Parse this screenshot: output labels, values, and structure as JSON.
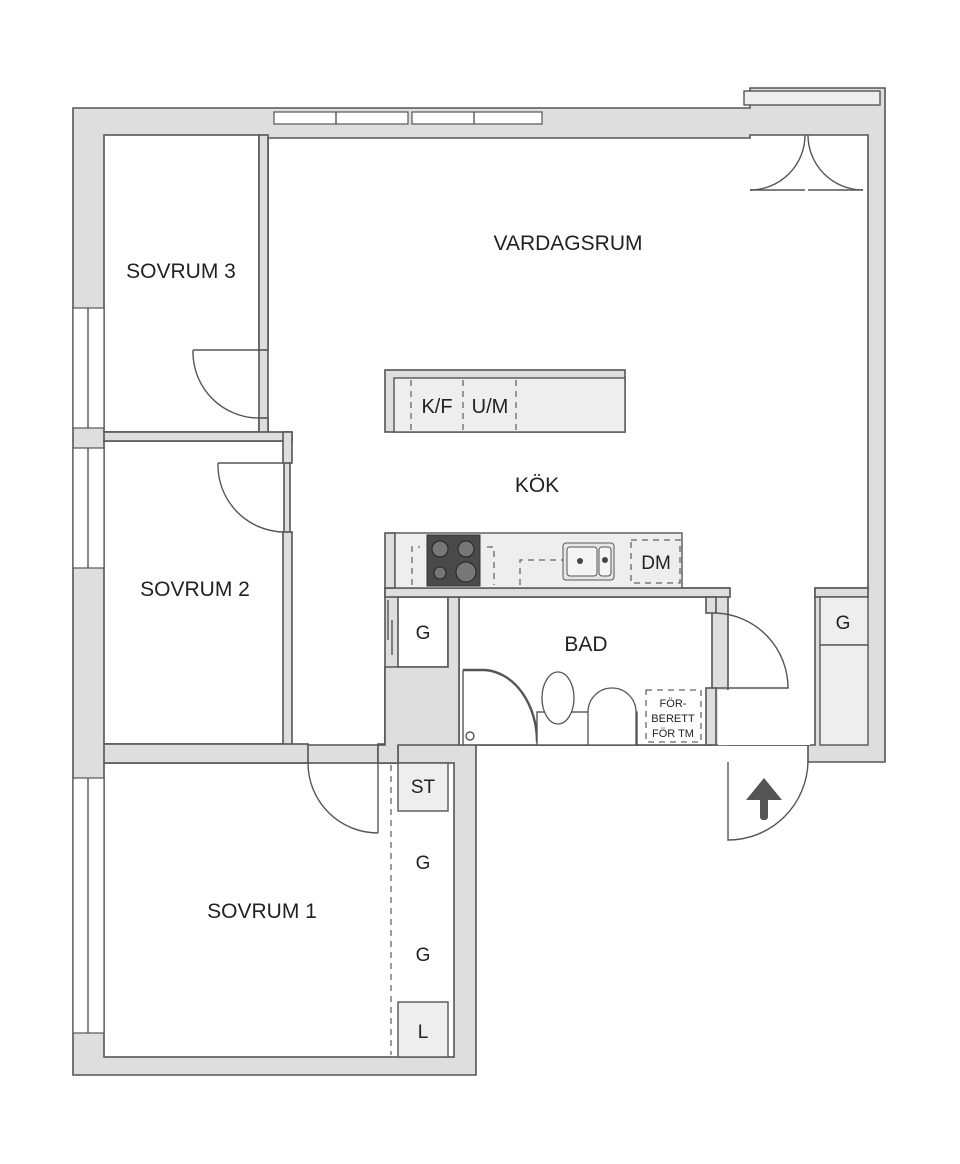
{
  "plan": {
    "rooms": [
      {
        "id": "vardagsrum",
        "label": "VARDAGSRUM"
      },
      {
        "id": "sovrum3",
        "label": "SOVRUM 3"
      },
      {
        "id": "sovrum2",
        "label": "SOVRUM 2"
      },
      {
        "id": "sovrum1",
        "label": "SOVRUM 1"
      },
      {
        "id": "kok",
        "label": "KÖK"
      },
      {
        "id": "bad",
        "label": "BAD"
      }
    ],
    "fixtures": {
      "kf": "K/F",
      "um": "U/M",
      "dm": "DM",
      "g_hall": "G",
      "g_entry": "G",
      "st": "ST",
      "g_s1a": "G",
      "g_s1b": "G",
      "l": "L",
      "tm_line1": "FÖR-",
      "tm_line2": "BERETT",
      "tm_line3": "FÖR TM"
    },
    "entrance_icon": "arrow-up-icon",
    "colors": {
      "wall": "#dedede",
      "outline": "#555555",
      "fixture": "#eeeeee",
      "stove": "#4a4a4a",
      "arrow": "#555555"
    }
  }
}
